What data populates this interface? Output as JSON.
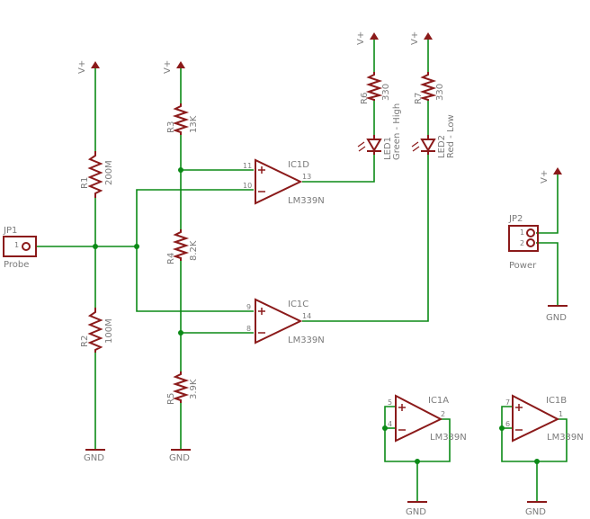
{
  "labels": {
    "vplus": "V+",
    "gnd": "GND",
    "jp1": "JP1",
    "jp1_pin": "1",
    "probe": "Probe",
    "jp2": "JP2",
    "jp2_pin1": "1",
    "jp2_pin2": "2",
    "power": "Power",
    "r1": "R1",
    "r1_val": "200M",
    "r2": "R2",
    "r2_val": "100M",
    "r3": "R3",
    "r3_val": "13K",
    "r4": "R4",
    "r4_val": "8.2K",
    "r5": "R5",
    "r5_val": "3.9K",
    "r6": "R6",
    "r6_val": "330",
    "r7": "R7",
    "r7_val": "330",
    "led1": "LED1",
    "led1_desc": "Green - High",
    "led2": "LED2",
    "led2_desc": "Red - Low",
    "ic1d": "IC1D",
    "ic1c": "IC1C",
    "ic1a": "IC1A",
    "ic1b": "IC1B",
    "part": "LM339N",
    "ic1d_pin_p": "11",
    "ic1d_pin_n": "10",
    "ic1d_pin_o": "13",
    "ic1c_pin_p": "9",
    "ic1c_pin_n": "8",
    "ic1c_pin_o": "14",
    "ic1a_pin_p": "5",
    "ic1a_pin_n": "4",
    "ic1a_pin_o": "2",
    "ic1b_pin_p": "7",
    "ic1b_pin_n": "6",
    "ic1b_pin_o": "1"
  }
}
